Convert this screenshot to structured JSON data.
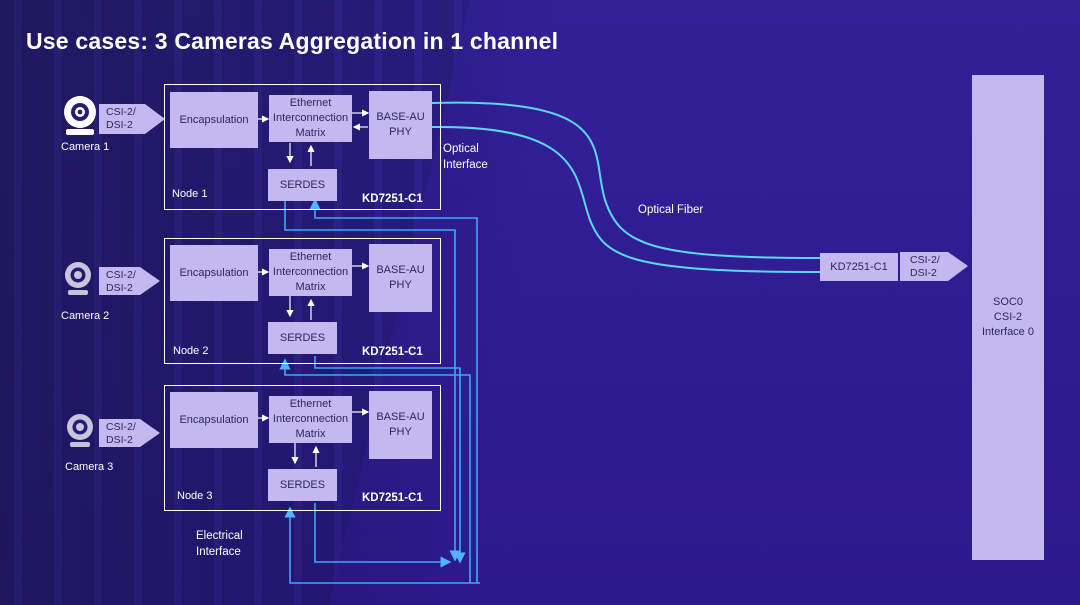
{
  "title": "Use cases: 3 Cameras Aggregation in 1 channel",
  "cameras": [
    {
      "label": "Camera 1",
      "csi": [
        "CSI-2/",
        "DSI-2"
      ]
    },
    {
      "label": "Camera 2",
      "csi": [
        "CSI-2/",
        "DSI-2"
      ]
    },
    {
      "label": "Camera 3",
      "csi": [
        "CSI-2/",
        "DSI-2"
      ]
    }
  ],
  "nodes": [
    {
      "name": "Node 1",
      "chip": "KD7251-C1",
      "encapsulation": "Encapsulation",
      "matrix": [
        "Ethernet",
        "Interconnection",
        "Matrix"
      ],
      "phy": [
        "BASE-AU",
        "PHY"
      ],
      "serdes": "SERDES"
    },
    {
      "name": "Node 2",
      "chip": "KD7251-C1",
      "encapsulation": "Encapsulation",
      "matrix": [
        "Ethernet",
        "Interconnection",
        "Matrix"
      ],
      "phy": [
        "BASE-AU",
        "PHY"
      ],
      "serdes": "SERDES"
    },
    {
      "name": "Node 3",
      "chip": "KD7251-C1",
      "encapsulation": "Encapsulation",
      "matrix": [
        "Ethernet",
        "Interconnection",
        "Matrix"
      ],
      "phy": [
        "BASE-AU",
        "PHY"
      ],
      "serdes": "SERDES"
    }
  ],
  "labels": {
    "optical_interface": [
      "Optical",
      "Interface"
    ],
    "optical_fiber": "Optical Fiber",
    "electrical_interface": [
      "Electrical",
      "Interface"
    ]
  },
  "receiver": {
    "chip": "KD7251-C1",
    "csi": [
      "CSI-2/",
      "DSI-2"
    ]
  },
  "soc": [
    "SOC0",
    "CSI-2",
    "Interface 0"
  ],
  "colors": {
    "accent_box": "#c5b8f0",
    "fiber": "#5ad7f2",
    "electrical": "#3fa6ff",
    "background": "#33209a"
  }
}
